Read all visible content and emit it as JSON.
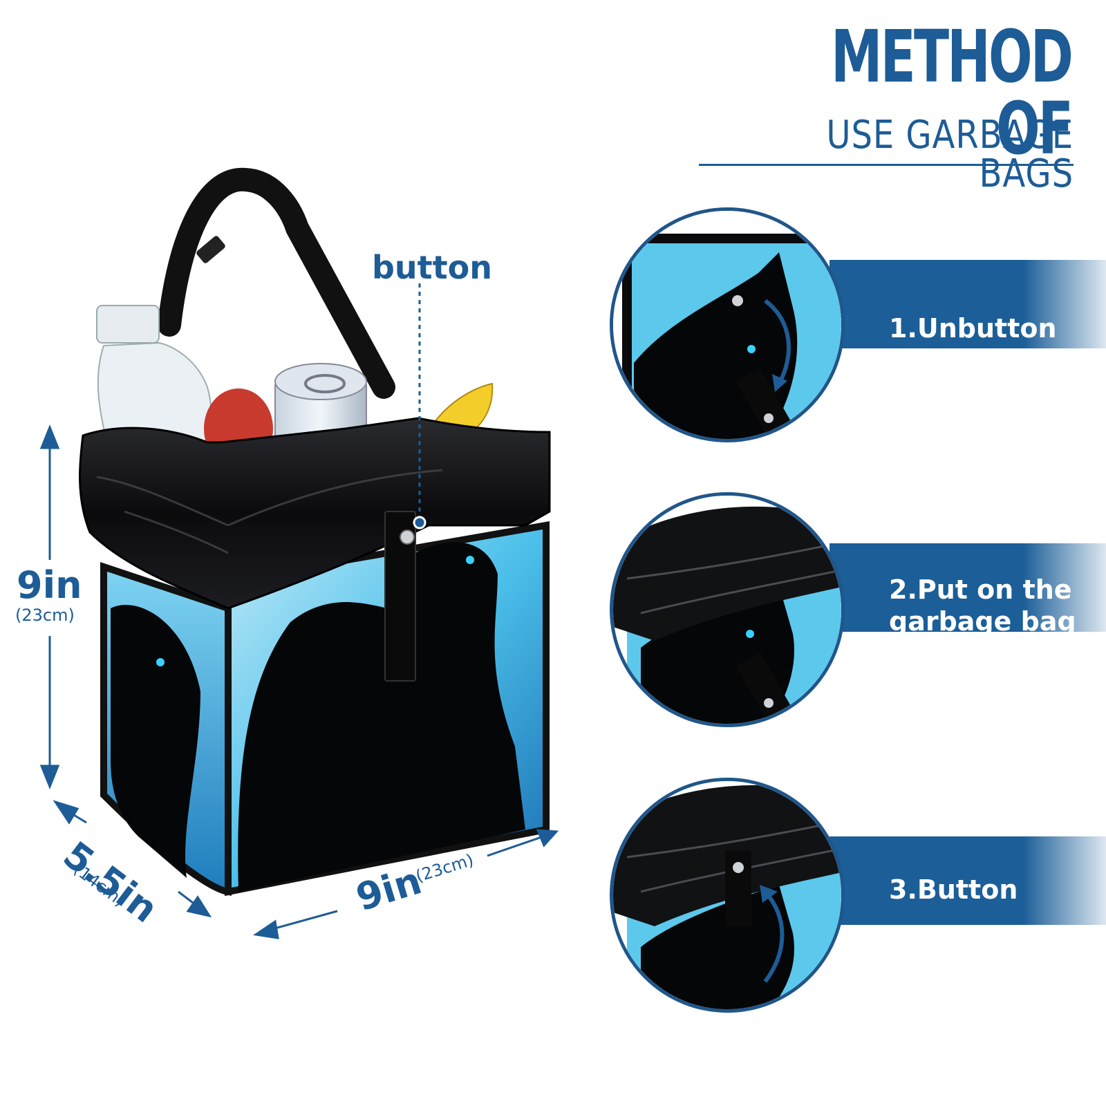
{
  "header": {
    "title_line1": "METHOD OF",
    "title_line2": "USE GARBAGE BAGS"
  },
  "annotations": {
    "button_label": "button",
    "height": "9in",
    "height_cm": "(23cm)",
    "depth": "5.5in",
    "depth_cm": "(14cm)",
    "width": "9in",
    "width_cm": "(23cm)"
  },
  "steps": [
    {
      "label": "1.Unbutton"
    },
    {
      "label_line1": "2.Put on the",
      "label_line2": "garbage bag"
    },
    {
      "label": "3.Button"
    }
  ],
  "colors": {
    "brand_blue": "#1d5c96",
    "band_blue": "#1b5e98",
    "bag_black": "#0d0d0f",
    "print_cyan": "#5cc8ec"
  }
}
